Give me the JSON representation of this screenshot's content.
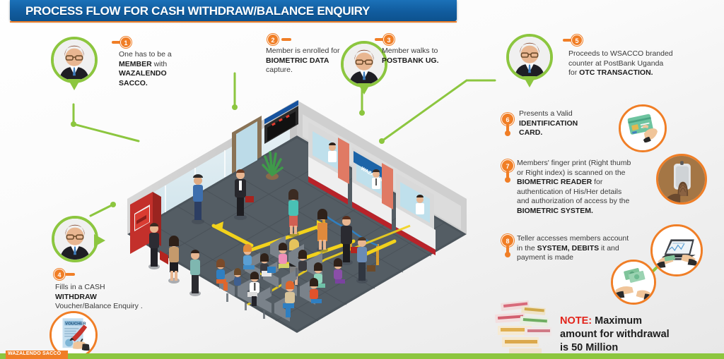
{
  "header": {
    "title": "PROCESS FLOW FOR CASH WITHDRAW/BALANCE ENQUIRY",
    "bar_color": "#115c9e",
    "accent_color": "#f07e26"
  },
  "footer": {
    "brand": "WAZALENDO SACCO",
    "tab_color": "#f07e26",
    "bar_color": "#8cc63f"
  },
  "theme": {
    "green": "#8cc63f",
    "orange": "#f07e26",
    "blue": "#115c9e",
    "red": "#e2231a",
    "text": "#3a3a3a"
  },
  "steps": [
    {
      "number": "1",
      "line1": "One has to be a",
      "bold1": "MEMBER",
      "tail1": " with",
      "bold2": "WAZALENDO SACCO.",
      "has_avatar": true
    },
    {
      "number": "2",
      "line1": "Member is enrolled for",
      "bold1": "BIOMETRIC DATA",
      "tail1": "",
      "bold2": "",
      "line2": "capture.",
      "has_avatar": false
    },
    {
      "number": "3",
      "line1": "Member walks to",
      "bold1": "POSTBANK UG.",
      "tail1": "",
      "bold2": "",
      "has_avatar": true
    },
    {
      "number": "4",
      "line1": "Fills in a CASH",
      "bold1": "WITHDRAW",
      "tail1": "",
      "line2": "Voucher/Balance Enquiry .",
      "has_avatar": true
    },
    {
      "number": "5",
      "line1": "Proceeds to WSACCO branded",
      "line2": "counter at PostBank Uganda",
      "line3_pre": "for ",
      "bold1": "OTC TRANSACTION.",
      "has_avatar": true
    },
    {
      "number": "6",
      "line1": "Presents a Valid",
      "bold1": "IDENTIFICATION",
      "bold2": "CARD.",
      "icon": "id-card-icon"
    },
    {
      "number": "7",
      "line1": "Members' finger print (Right thumb",
      "line2": "or Right index) is scanned on the",
      "bold1": "BIOMETRIC READER",
      "line3_post": " for",
      "line4": "authentication of His/Her details",
      "line5": "and authorization of access by the",
      "bold2": "BIOMETRIC SYSTEM.",
      "icon": "fingerprint-reader-icon"
    },
    {
      "number": "8",
      "line1_pre": "Teller accesses members account",
      "line2_pre": "in the ",
      "bold1": "SYSTEM, DEBITS",
      "line2_post": " it and",
      "line3": "payment is made",
      "icon": "laptop-system-icon",
      "icon2": "cash-payment-icon"
    }
  ],
  "note": {
    "label": "NOTE:",
    "line1": " Maximum",
    "line2": "amount for withdrawal",
    "line3": "is 50 Million"
  },
  "scene": {
    "counter_sign": "WAZALENDO",
    "atm_label": "BANK",
    "voucher_label": "VOUCHER",
    "alt": "isometric bank banking hall with ATM, queue, teller counters and waiting area"
  }
}
